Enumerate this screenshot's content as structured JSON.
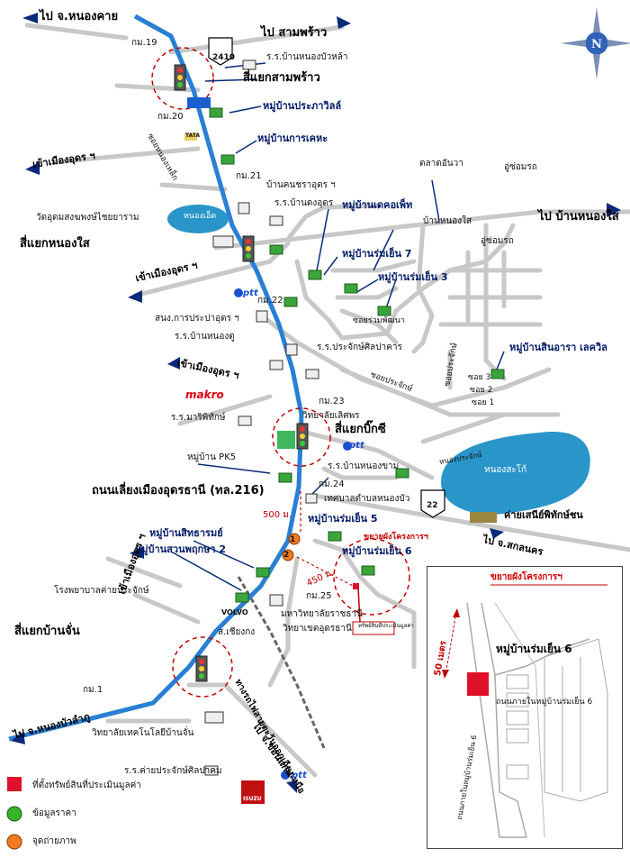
{
  "compass_letter": "N",
  "colors": {
    "main_road": "#2a7fd4",
    "minor_road": "#c8c8c8",
    "arrow": "#0a2a7a",
    "circle": "#c00000",
    "water": "#2a95c8",
    "subject": "#e0102a",
    "info_point": "#37b52a",
    "photo_point": "#f07b20",
    "inset_title": "#d00000"
  },
  "labels": {
    "nongkhai": "ไป จ.หนองคาย",
    "sampraw": "ไป สามพร้าว",
    "km19": "กม.19",
    "route2410": "2410",
    "nongbuasam": "ร.ร.บ้านหนองบัวหล้า",
    "sampraw_junction": "สี่แยกสามพร้าว",
    "km20": "กม.20",
    "to_udon_n": "เข้าเมืองอุดร ฯ",
    "prapawill": "หมู่บ้านประภาวิลล์",
    "karkeha": "หมู่บ้านการเคหะ",
    "soi_nonglek": "ซอยหนองเหล็ก",
    "km21": "กม.21",
    "khonchara": "บ้านคนชราอุดร ฯ",
    "wat_udom": "วัดอุดมสงฆพงษ์ไชยยาราม",
    "nong_ed": "หนองเอ็ด",
    "rr_ban_dung": "ร.ร.บ้านดงอุดร",
    "dekoplace": "หมู่บ้านเดคอเพ็ท",
    "market": "ตลาดอันวา",
    "bus1": "อู่ซ่อมรถ",
    "bus2": "อู่ซ่อมรถ",
    "ban_nongsai": "บ้านหนองใส",
    "to_nongsai": "ไป บ้านหนองใส",
    "nongsai_junction": "สี่แยกหนองใส",
    "to_udon_mid": "เข้าเมืองอุดร ฯ",
    "ptt1": "ptt",
    "km22": "กม.22",
    "romyen7": "หมู่บ้านร่มเย็น 7",
    "romyen3": "หมู่บ้านร่มเย็น 3",
    "soi_rompattana": "ซอยร่วมพัฒนา",
    "pwa": "สนง.การประปาอุดร ฯ",
    "rr_nongtoo": "ร.ร.บ้านหนองตู",
    "rr_prachak": "ร.ร.ประจักษ์ศิลปาคาร",
    "sin_ara": "หมู่บ้านสินอารา เลควิล",
    "soi3": "ซอย 3",
    "soi2": "ซอย 2",
    "soi1": "ซอย 1",
    "soi_prachak1": "ซอยประจักษ์",
    "soi_prachak2": "ซอยประจักษ์",
    "to_udon_south": "เข้าเมืองอุดร ฯ",
    "makro": "makro",
    "km23": "กม.23",
    "wittayalai": "วิทยาลัยเลิศพร",
    "rr_masri": "ร.ร.มาริพิทักษ์",
    "bigc_junction": "สี่แยกบิ๊กซี",
    "ptt2": "ptt",
    "pk5": "หมู่บ้าน PK5",
    "rr_nongkham": "ร.ร.บ้านหนองขาม",
    "nong_prajak": "หนองประจักษ์",
    "bypass": "ถนนเลี่ยงเมืองอุดรธานี (ทล.216)",
    "km24": "กม.24",
    "tessaban": "เทศบาลตำบลหนองบัว",
    "route22": "22",
    "nong_sakho": "หนองสะโก้",
    "camp": "ค่ายเสนีย์พิทักษ์ชน",
    "to_sakon": "ไป จ.สกลนคร",
    "dist500": "500 ม.",
    "romyen5": "หมู่บ้านร่มเย็น 5",
    "expand_project": "ขยายผังโครงการฯ",
    "sitharom": "หมู่บ้านสิทธารมย์",
    "suanprueksa": "หมู่บ้านสวนพฤกษา 2",
    "romyen6_main": "หมู่บ้านร่มเย็น 6",
    "km25": "กม.25",
    "dist450": "450 ม.",
    "rajabhat": "มหาวิทยาลัยราชธานี",
    "ket_udon": "วิทยาเขตอุดรธานี",
    "hospital": "โรงพยาบาลค่ายประจักษ์",
    "to_udon_sw": "เข้าเมืองอุดร ฯ",
    "chiangrung": "ส.เชียงกง",
    "volvo": "VOLVO",
    "railway": "ทางรถไฟสายตะวันออกเฉียงเหนือ",
    "subject_small": "ทรัพย์สินที่ประเมินมูลค่า",
    "banchan_junction": "สี่แยกบ้านจั่น",
    "km1": "กม.1",
    "to_nongbualamphu": "ไป จ.หนองบัวลำภู",
    "tech_college": "วิทยาลัยเทคโนโลยีบ้านจั่น",
    "rr_prachak_camp": "ร.ร.ค่ายประจักษ์ศิลปาคม",
    "to_khonkaen": "ไป จ.ขอนแก่น",
    "ptt3": "ptt",
    "photo1": "1",
    "photo2": "2",
    "tata": "TATA",
    "isuzu": "ISUZU"
  },
  "inset": {
    "title": "ขยายผังโครงการฯ",
    "village": "หมู่บ้านร่มเย็น 6",
    "dist": "50 เมตร",
    "road": "ถนนภายในหมู่บ้านร่มเย็น 6",
    "road_v": "ถนนภายในหมู่บ้านร่มเย็น 6"
  },
  "legend": [
    {
      "label": "ที่ตั้งทรัพย์สินที่ประเมินมูลค่า"
    },
    {
      "label": "ข้อมูลราคา"
    },
    {
      "label": "จุดถ่ายภาพ"
    }
  ]
}
